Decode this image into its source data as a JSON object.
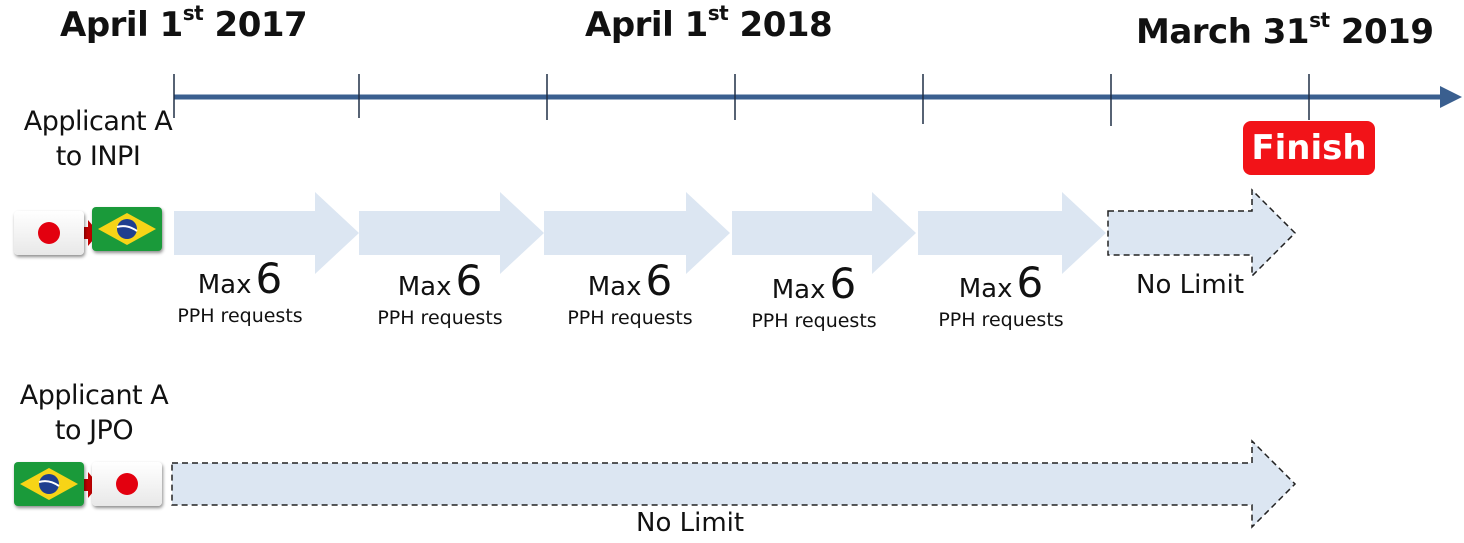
{
  "timeline": {
    "dates": [
      {
        "main": "April 1",
        "sup": "st",
        "year": " 2017"
      },
      {
        "main": "April 1",
        "sup": "st",
        "year": " 2018"
      },
      {
        "main": "March 31",
        "sup": "st",
        "year": " 2019"
      }
    ],
    "finish_label": "Finish"
  },
  "row1": {
    "applicant_line1": "Applicant A",
    "applicant_line2": "to INPI",
    "flags": [
      "japan-flag",
      "brazil-flag"
    ],
    "segments": [
      {
        "max_word": "Max",
        "max_num": "6",
        "requests": "PPH requests"
      },
      {
        "max_word": "Max",
        "max_num": "6",
        "requests": "PPH requests"
      },
      {
        "max_word": "Max",
        "max_num": "6",
        "requests": "PPH requests"
      },
      {
        "max_word": "Max",
        "max_num": "6",
        "requests": "PPH requests"
      },
      {
        "max_word": "Max",
        "max_num": "6",
        "requests": "PPH requests"
      }
    ],
    "final_label": "No Limit"
  },
  "row2": {
    "applicant_line1": "Applicant A",
    "applicant_line2": "to JPO",
    "flags": [
      "brazil-flag",
      "japan-flag"
    ],
    "label": "No Limit"
  },
  "colors": {
    "timeline": "#3a5f8f",
    "arrow_fill": "#dce6f2",
    "finish": "#f21318",
    "connector": "#c00000",
    "brazil_green": "#1a9a3a",
    "brazil_yellow": "#f7d417",
    "brazil_blue": "#1f3f8f",
    "japan_red": "#e3000f"
  }
}
